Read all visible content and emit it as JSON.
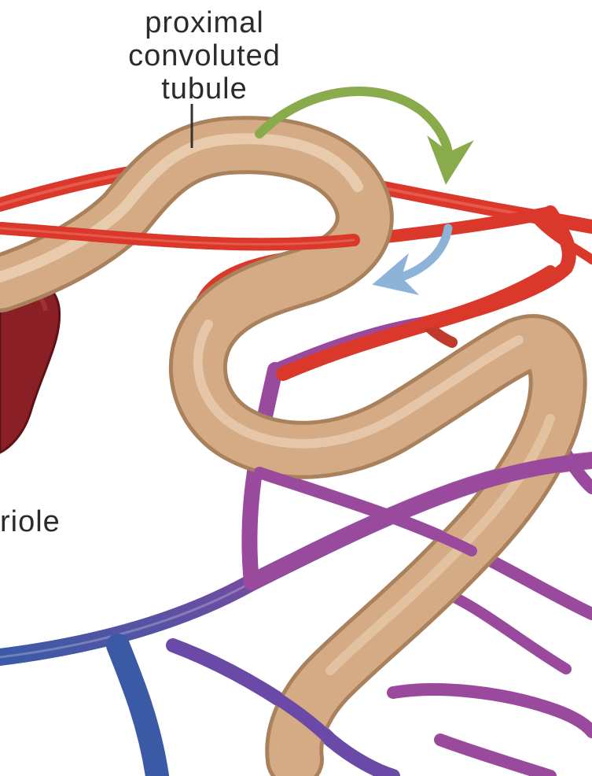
{
  "labels": {
    "tubule_line1": "proximal",
    "tubule_line2": "convoluted",
    "tubule_line3": "tubule",
    "arteriole_partial": "riole"
  },
  "colors": {
    "tubule": "#d4ab85",
    "tubule_dark": "#a9815c",
    "tubule_light": "#ecd2b6",
    "artery_red": "#d9382b",
    "artery_red_light": "#f0705e",
    "vein_purple": "#9a4a9c",
    "vein_blue": "#3a5aa6",
    "arteriole_dark": "#8a1f25",
    "arrow_green": "#8aab4c",
    "arrow_blue": "#8db3d8",
    "leader_line": "#333333"
  }
}
